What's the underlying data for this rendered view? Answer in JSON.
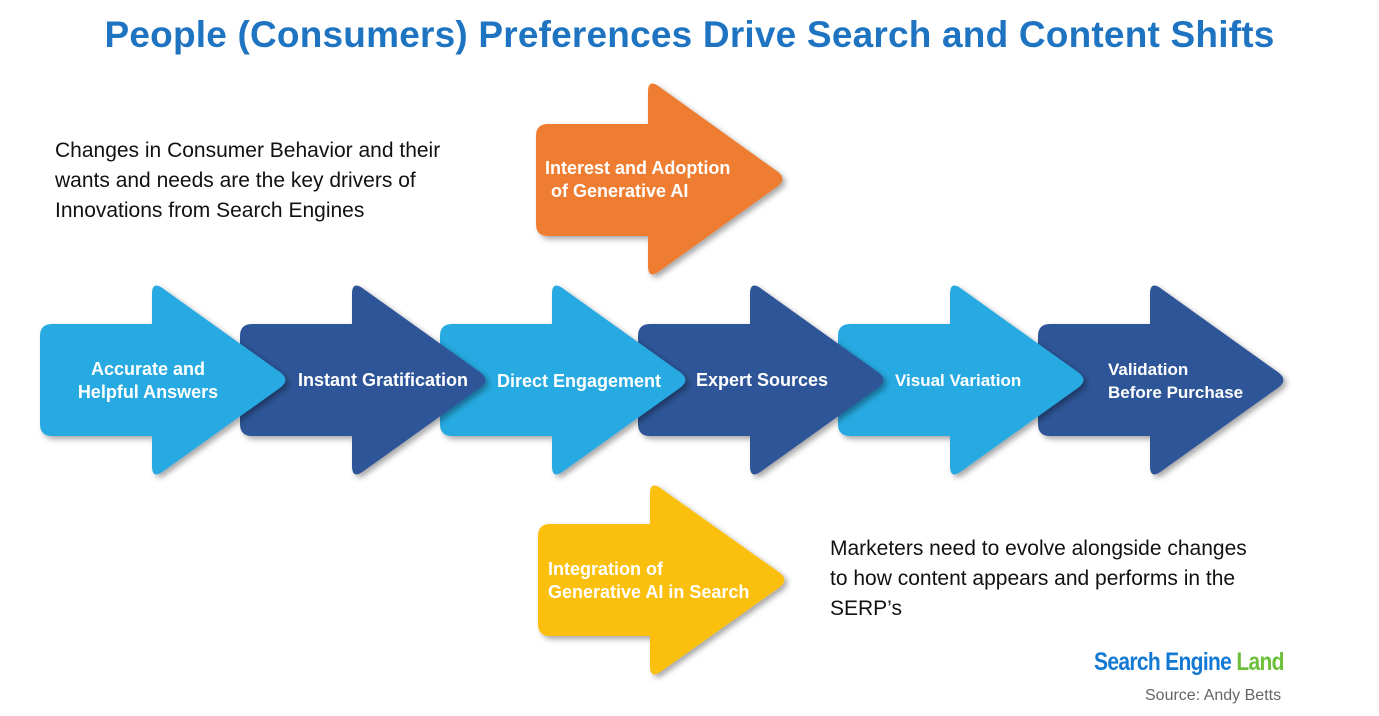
{
  "title": "People (Consumers) Preferences Drive Search and Content Shifts",
  "notes": {
    "left": "Changes in Consumer Behavior and their wants and needs are the key drivers of Innovations from Search Engines",
    "right": "Marketers need to evolve alongside changes to how content appears and performs in the SERP’s"
  },
  "top_arrow": {
    "line1": "Interest and Adoption",
    "line2": "of Generative AI",
    "color": "#ee7d33"
  },
  "bottom_arrow": {
    "line1": "Integration of",
    "line2": "Generative AI in Search",
    "color": "#fbbf0a"
  },
  "chain": [
    {
      "line1": "Accurate and",
      "line2": "Helpful Answers",
      "color": "#27aae1"
    },
    {
      "line1": "Instant Gratification",
      "line2": "",
      "color": "#2e5597"
    },
    {
      "line1": "Direct Engagement",
      "line2": "",
      "color": "#27aae1"
    },
    {
      "line1": "Expert Sources",
      "line2": "",
      "color": "#2e5597"
    },
    {
      "line1": "Visual Variation",
      "line2": "",
      "color": "#27aae1"
    },
    {
      "line1": "Validation",
      "line2": "Before Purchase",
      "color": "#2e5597"
    }
  ],
  "logo": {
    "part1": "Search Engine",
    "part2": "Land"
  },
  "source": "Source: Andy Betts"
}
